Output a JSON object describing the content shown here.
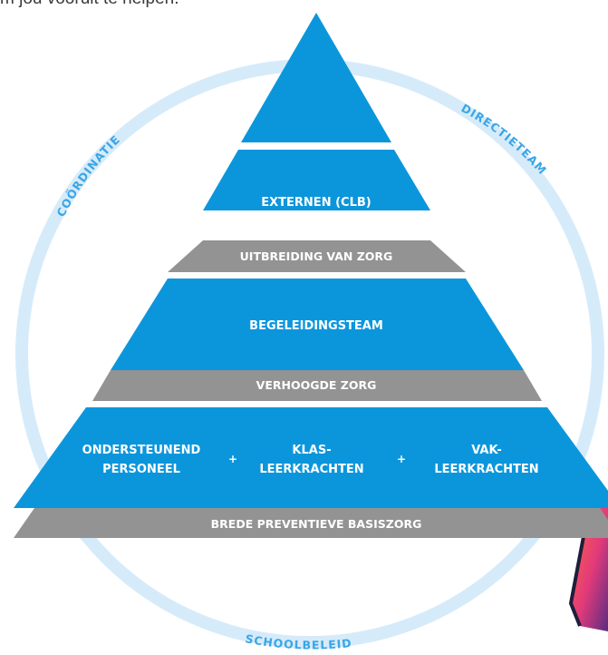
{
  "intro_text": "m jou vooruit te helpen.",
  "ring": {
    "top_left": "COÖRDINATIE",
    "top_right": "DIRECTIETEAM",
    "bottom": "SCHOOLBELEID"
  },
  "tiers": {
    "tier2": "EXTERNEN (CLB)",
    "band2": "UITBREIDING VAN ZORG",
    "tier3": "BEGELEIDINGSTEAM",
    "band3": "VERHOOGDE ZORG",
    "tier4": {
      "col1_line1": "ONDERSTEUNEND",
      "col1_line2": "PERSONEEL",
      "col2_line1": "KLAS-",
      "col2_line2": "LEERKRACHTEN",
      "col3_line1": "VAK-",
      "col3_line2": "LEERKRACHTEN",
      "plus": "+"
    },
    "band4": "BREDE PREVENTIEVE BASISZORG"
  },
  "colors": {
    "blue": "#0b96dc",
    "gray": "#939393",
    "ring": "#d6ebfa",
    "ring_text": "#3aa6e6"
  }
}
